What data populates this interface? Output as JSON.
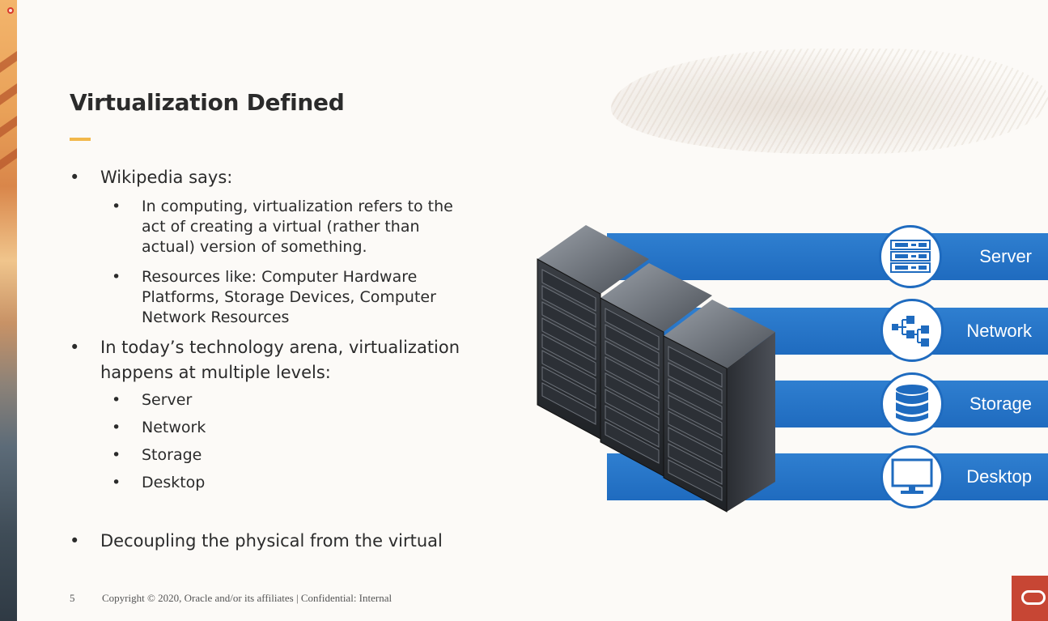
{
  "slide": {
    "title": "Virtualization Defined",
    "bullets": {
      "wikipedia": "Wikipedia says:",
      "sub_definition": "In computing, virtualization refers to the act of creating a virtual (rather than actual) version of something.",
      "sub_resources": "Resources like: Computer Hardware Platforms, Storage Devices, Computer Network Resources",
      "levels": "In today’s technology arena, virtualization happens at multiple levels:",
      "level_items": [
        "Server",
        "Network",
        "Storage",
        "Desktop"
      ],
      "decoupling": "Decoupling the physical from the virtual"
    },
    "bullet_char": "•",
    "footer": {
      "page_number": "5",
      "copyright": "Copyright © 2020, Oracle and/or its affiliates  |  Confidential: Internal"
    }
  },
  "diagram": {
    "bands": [
      {
        "label": "Server",
        "icon": "server-icon"
      },
      {
        "label": "Network",
        "icon": "network-icon"
      },
      {
        "label": "Storage",
        "icon": "database-icon"
      },
      {
        "label": "Desktop",
        "icon": "monitor-icon"
      }
    ]
  },
  "colors": {
    "accent_yellow": "#f2b84b",
    "band_blue": "#1f6bbf",
    "oracle_red": "#c74634",
    "background": "#fcfaf7"
  }
}
